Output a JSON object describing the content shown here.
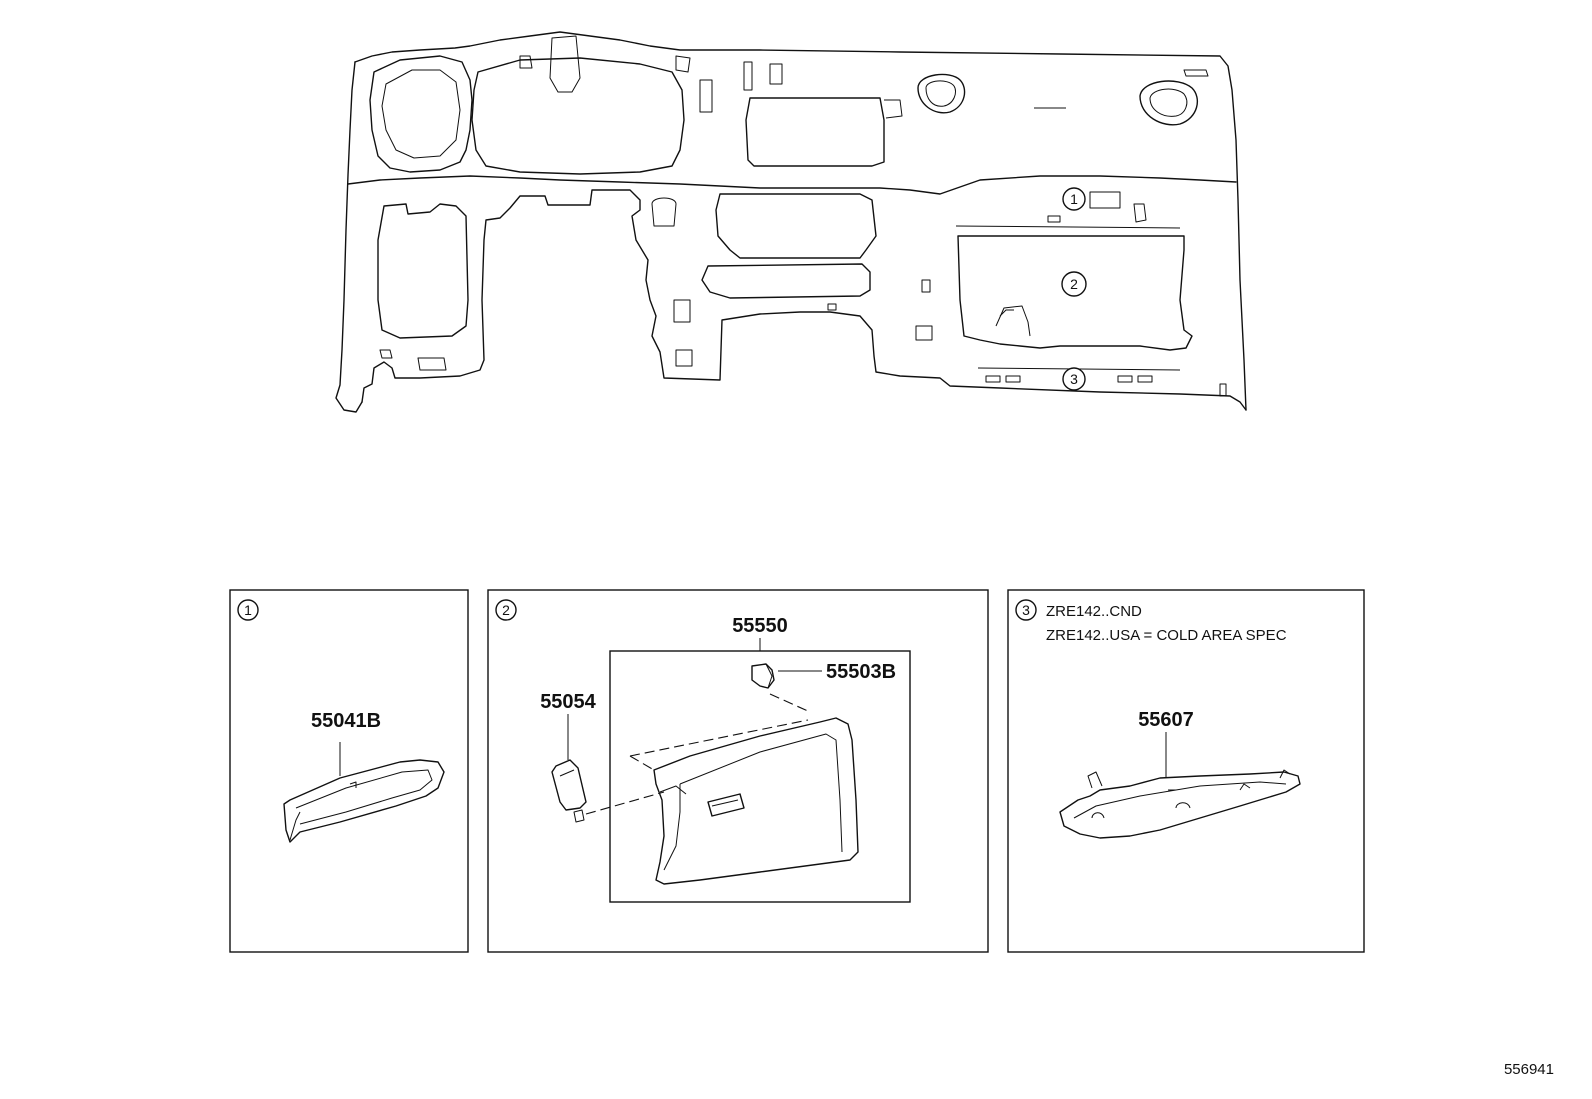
{
  "callouts": {
    "c1": "1",
    "c2": "2",
    "c3": "3"
  },
  "panels": {
    "panel1": {
      "number": "1",
      "part": "55041B"
    },
    "panel2": {
      "number": "2",
      "part_box": "55550",
      "part_clip": "55503B",
      "part_damper": "55054"
    },
    "panel3": {
      "number": "3",
      "note_line1": "ZRE142..CND",
      "note_line2": "ZRE142..USA = COLD AREA SPEC",
      "part": "55607"
    }
  },
  "reference_number": "556941"
}
